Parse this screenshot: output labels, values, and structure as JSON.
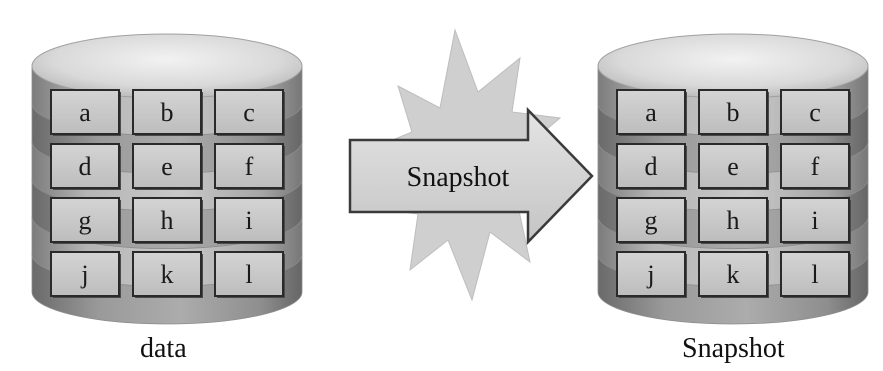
{
  "source_db": {
    "cells": [
      "a",
      "b",
      "c",
      "d",
      "e",
      "f",
      "g",
      "h",
      "i",
      "j",
      "k",
      "l"
    ],
    "caption": "data"
  },
  "snapshot_db": {
    "cells": [
      "a",
      "b",
      "c",
      "d",
      "e",
      "f",
      "g",
      "h",
      "i",
      "j",
      "k",
      "l"
    ],
    "caption": "Snapshot"
  },
  "arrow": {
    "label": "Snapshot"
  },
  "colors": {
    "disk_band_dark": "#8a8a8a",
    "disk_band_light": "#bdbdbd",
    "cell_fill": "#c8c8c8",
    "cell_border": "#2a2a2a",
    "arrow_fill": "#d4d4d4",
    "burst_fill": "#cfcfcf"
  }
}
